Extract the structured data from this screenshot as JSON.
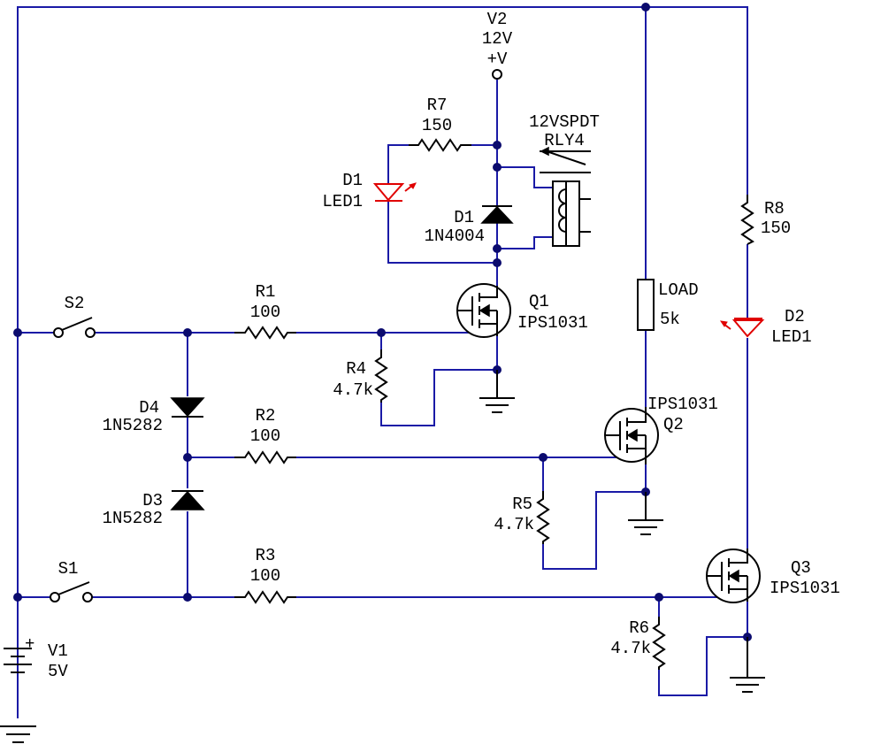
{
  "colors": {
    "wire": "#1a1aa6",
    "node": "#0b0b6e",
    "led": "#e00000",
    "component": "#000000"
  },
  "labels": {
    "v2_name": "V2",
    "v2_value": "12V",
    "v2_plus": "+V",
    "r7_name": "R7",
    "r7_value": "150",
    "relay_type": "12VSPDT",
    "relay_name": "RLY4",
    "d1led_name": "D1",
    "d1led_model": "LED1",
    "d1_name": "D1",
    "d1_model": "1N4004",
    "r8_name": "R8",
    "r8_value": "150",
    "load_name": "LOAD",
    "load_value": "5k",
    "d2_name": "D2",
    "d2_model": "LED1",
    "s2_name": "S2",
    "r1_name": "R1",
    "r1_value": "100",
    "q1_name": "Q1",
    "q1_model": "IPS1031",
    "r4_name": "R4",
    "r4_value": "4.7k",
    "d4_name": "D4",
    "d4_model": "1N5282",
    "r2_name": "R2",
    "r2_value": "100",
    "q2_model": "IPS1031",
    "q2_name": "Q2",
    "r5_name": "R5",
    "r5_value": "4.7k",
    "d3_name": "D3",
    "d3_model": "1N5282",
    "s1_name": "S1",
    "r3_name": "R3",
    "r3_value": "100",
    "q3_name": "Q3",
    "q3_model": "IPS1031",
    "r6_name": "R6",
    "r6_value": "4.7k",
    "v1_name": "V1",
    "v1_value": "5V",
    "v1_plus": "+"
  },
  "icons": [
    "ground-icon",
    "battery-icon",
    "switch-icon",
    "resistor-icon",
    "diode-icon",
    "led-icon",
    "mosfet-icon",
    "relay-icon"
  ]
}
